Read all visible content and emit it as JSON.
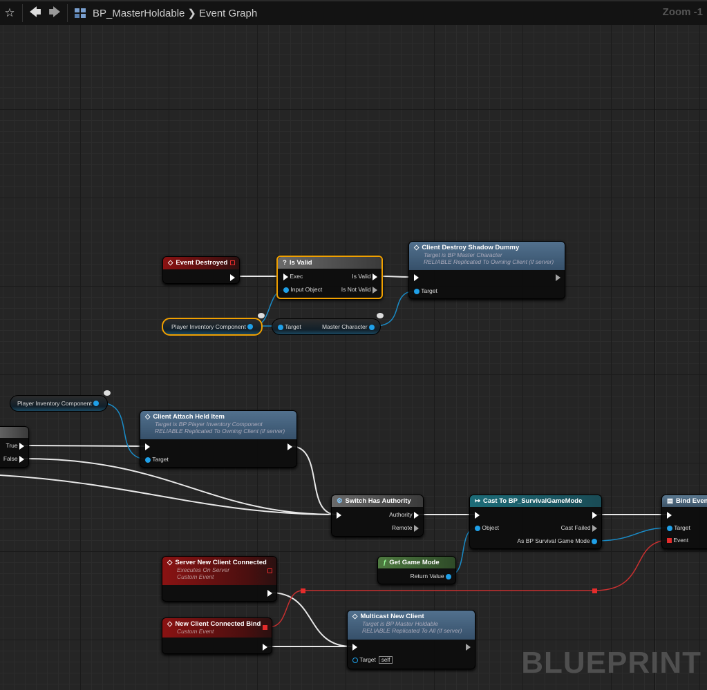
{
  "toolbar": {
    "blueprint_name": "BP_MasterHoldable",
    "graph_name": "Event Graph",
    "zoom": "Zoom -1",
    "separator": "❯"
  },
  "watermark": "BLUEPRINT",
  "nodes": {
    "event_destroyed": {
      "title": "Event Destroyed"
    },
    "is_valid": {
      "title": "Is Valid",
      "icon": "?",
      "exec": "Exec",
      "input_object": "Input Object",
      "is_valid": "Is Valid",
      "is_not_valid": "Is Not Valid"
    },
    "client_destroy": {
      "title": "Client Destroy Shadow Dummy",
      "sub1": "Target is BP Master Character",
      "sub2": "RELIABLE Replicated To Owning Client (if server)",
      "target": "Target"
    },
    "pic1": {
      "label": "Player Inventory Component"
    },
    "master_char": {
      "target": "Target",
      "out": "Master Character"
    },
    "pic2": {
      "label": "Player Inventory Component"
    },
    "branch": {
      "true_label": "True",
      "false_label": "False"
    },
    "client_attach": {
      "title": "Client Attach Held Item",
      "sub1": "Target is BP Player Inventory Component",
      "sub2": "RELIABLE Replicated To Owning Client (if server)",
      "target": "Target"
    },
    "switch_auth": {
      "title": "Switch Has Authority",
      "authority": "Authority",
      "remote": "Remote"
    },
    "cast": {
      "title": "Cast To BP_SurvivalGameMode",
      "object": "Object",
      "cast_failed": "Cast Failed",
      "as_mode": "As BP Survival Game Mode"
    },
    "bind_event": {
      "title": "Bind Event",
      "target": "Target",
      "event": "Event"
    },
    "get_game_mode": {
      "title": "Get Game Mode",
      "return_value": "Return Value"
    },
    "server_new_client": {
      "title": "Server New Client Connected",
      "sub1": "Executes On Server",
      "sub2": "Custom Event"
    },
    "new_client_bind": {
      "title": "New Client Connected Bind",
      "sub1": "Custom Event"
    },
    "multicast": {
      "title": "Multicast New Client",
      "sub1": "Target is BP Master Holdable",
      "sub2": "RELIABLE Replicated To All (if server)",
      "target": "Target",
      "self": "self"
    }
  }
}
